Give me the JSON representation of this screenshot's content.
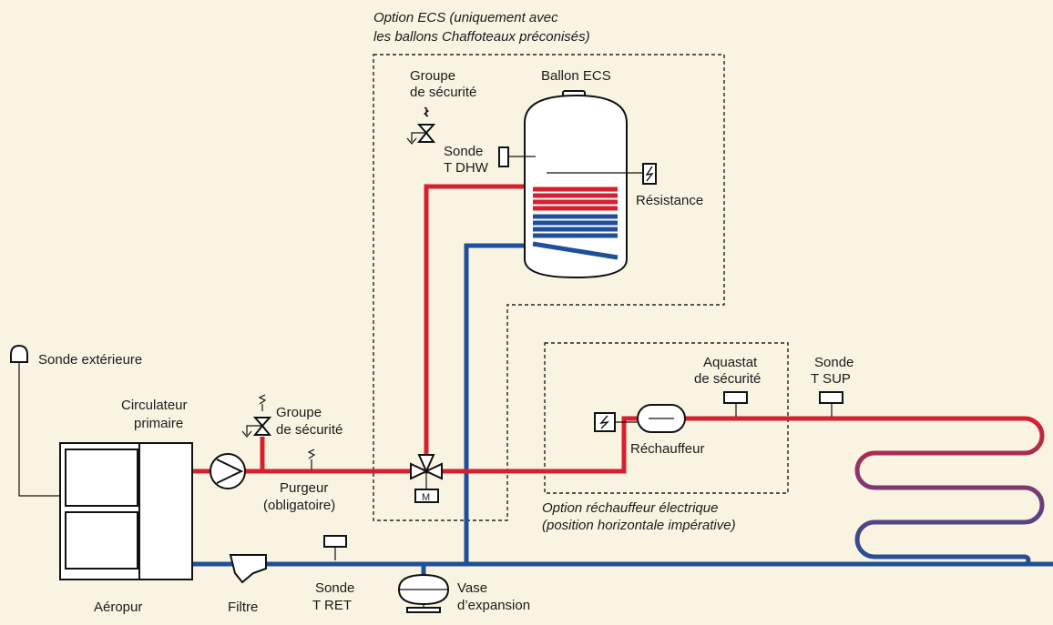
{
  "colors": {
    "background": "#f9f4e2",
    "hot_pipe": "#d7202f",
    "cold_pipe": "#1f4f9b",
    "outline": "#111111"
  },
  "labels": {
    "option_ecs_line1": "Option ECS (uniquement avec",
    "option_ecs_line2": "les ballons Chaffoteaux préconisés)",
    "groupe_top_line1": "Groupe",
    "groupe_top_line2": "de sécurité",
    "ballon": "Ballon ECS",
    "sonde_tdhw_line1": "Sonde",
    "sonde_tdhw_line2": "T DHW",
    "resistance": "Résistance",
    "sonde_ext": "Sonde extérieure",
    "circulateur_line1": "Circulateur",
    "circulateur_line2": "primaire",
    "groupe_bottom_line1": "Groupe",
    "groupe_bottom_line2": "de sécurité",
    "purgeur_line1": "Purgeur",
    "purgeur_line2": "(obligatoire)",
    "motor": "M",
    "aquastat_line1": "Aquastat",
    "aquastat_line2": "de sécurité",
    "sonde_tsup_line1": "Sonde",
    "sonde_tsup_line2": "T SUP",
    "rechauffeur": "Réchauffeur",
    "option_rech_line1": "Option réchauffeur électrique",
    "option_rech_line2": "(position horizontale impérative)",
    "aeropur": "Aéropur",
    "filtre": "Filtre",
    "sonde_tret_line1": "Sonde",
    "sonde_tret_line2": "T RET",
    "vase_line1": "Vase",
    "vase_line2": "d’expansion"
  }
}
